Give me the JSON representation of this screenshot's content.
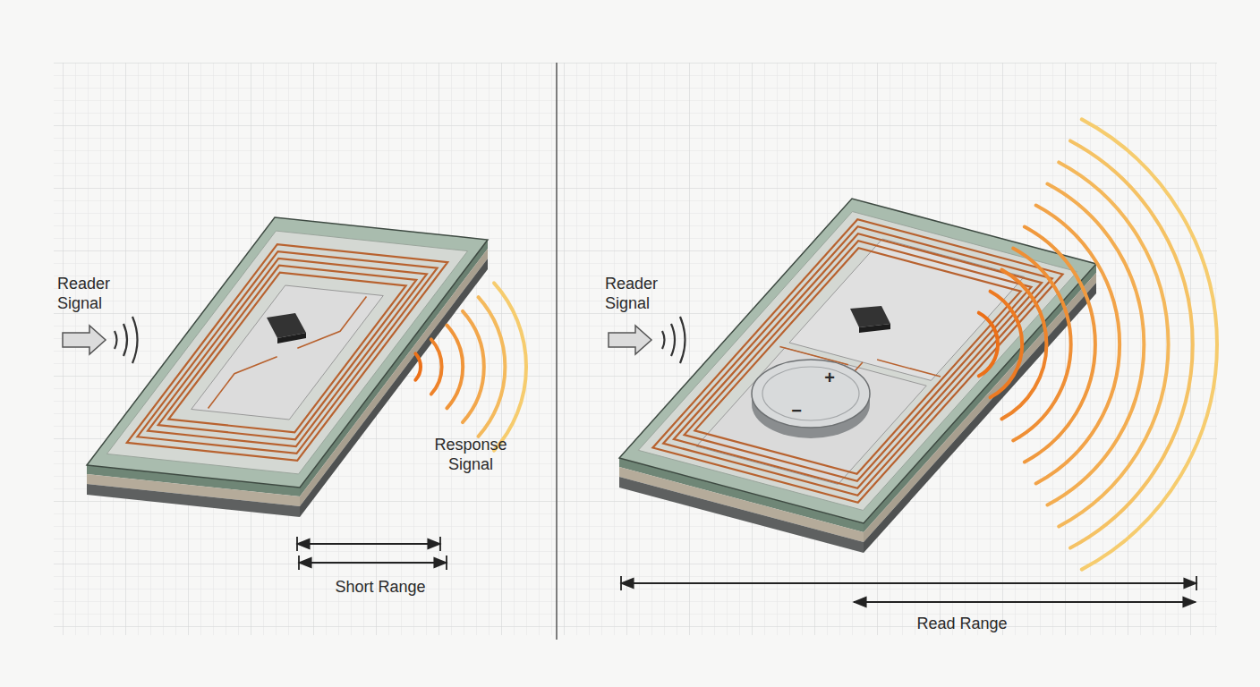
{
  "diagram": {
    "labels": [
      "Reader Signal",
      "Response Signal",
      "Short Range",
      "Reader Signal",
      "+",
      "−",
      "Read Range"
    ]
  }
}
